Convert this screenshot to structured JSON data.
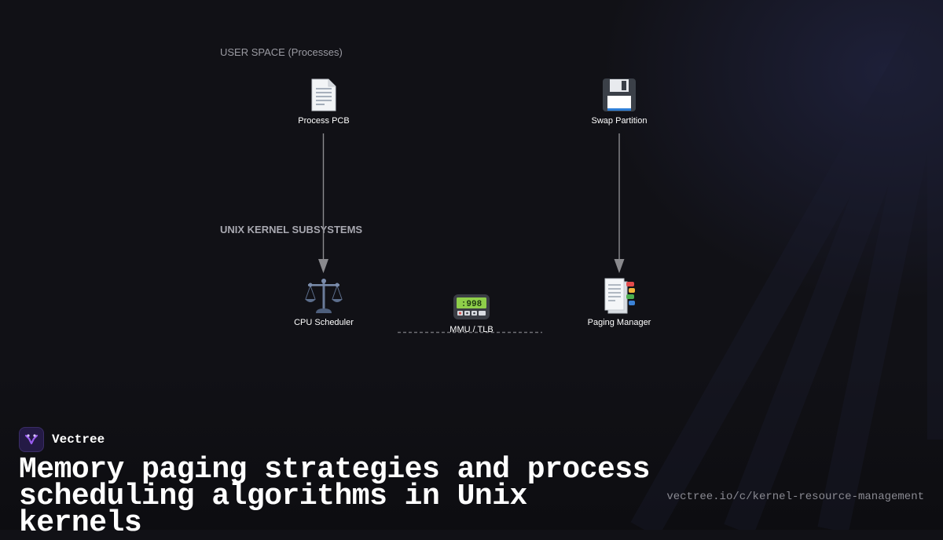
{
  "diagram": {
    "user_space_label": "USER SPACE (Processes)",
    "kernel_label": "UNIX KERNEL SUBSYSTEMS",
    "nodes": {
      "process_pcb": {
        "label": "Process PCB",
        "icon": "document-icon"
      },
      "swap_partition": {
        "label": "Swap Partition",
        "icon": "floppy-disk-icon"
      },
      "cpu_scheduler": {
        "label": "CPU Scheduler",
        "icon": "balance-scale-icon"
      },
      "mmu_tlb": {
        "label": "MMU / TLB",
        "icon": "pager-icon"
      },
      "paging_manager": {
        "label": "Paging Manager",
        "icon": "bookmark-tabs-icon"
      }
    },
    "edges": [
      {
        "from": "Process PCB",
        "to": "CPU Scheduler",
        "style": "solid-arrow"
      },
      {
        "from": "Swap Partition",
        "to": "Paging Manager",
        "style": "solid-arrow"
      },
      {
        "from": "CPU Scheduler",
        "to": "Paging Manager",
        "style": "dashed"
      }
    ]
  },
  "footer": {
    "brand_name": "Vectree",
    "brand_icon": "vectree-logo-icon",
    "headline": "Memory paging strategies and process scheduling algorithms in Unix kernels",
    "url": "vectree.io/c/kernel-resource-management"
  },
  "colors": {
    "background": "#111116",
    "accent_purple": "#7b4bd6",
    "edge_gray": "#8a8a8e"
  }
}
